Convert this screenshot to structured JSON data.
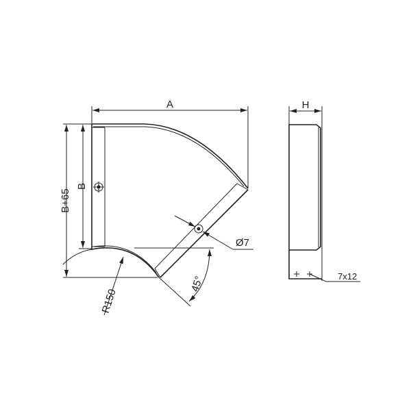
{
  "labels": {
    "width": "A",
    "inner_width": "B",
    "outer_width": "B+65",
    "radius": "R150",
    "angle": "45°",
    "hole_diameter": "Ø7",
    "height": "H",
    "slot": "7x12"
  },
  "colors": {
    "line": "#222222",
    "background": "#ffffff"
  }
}
